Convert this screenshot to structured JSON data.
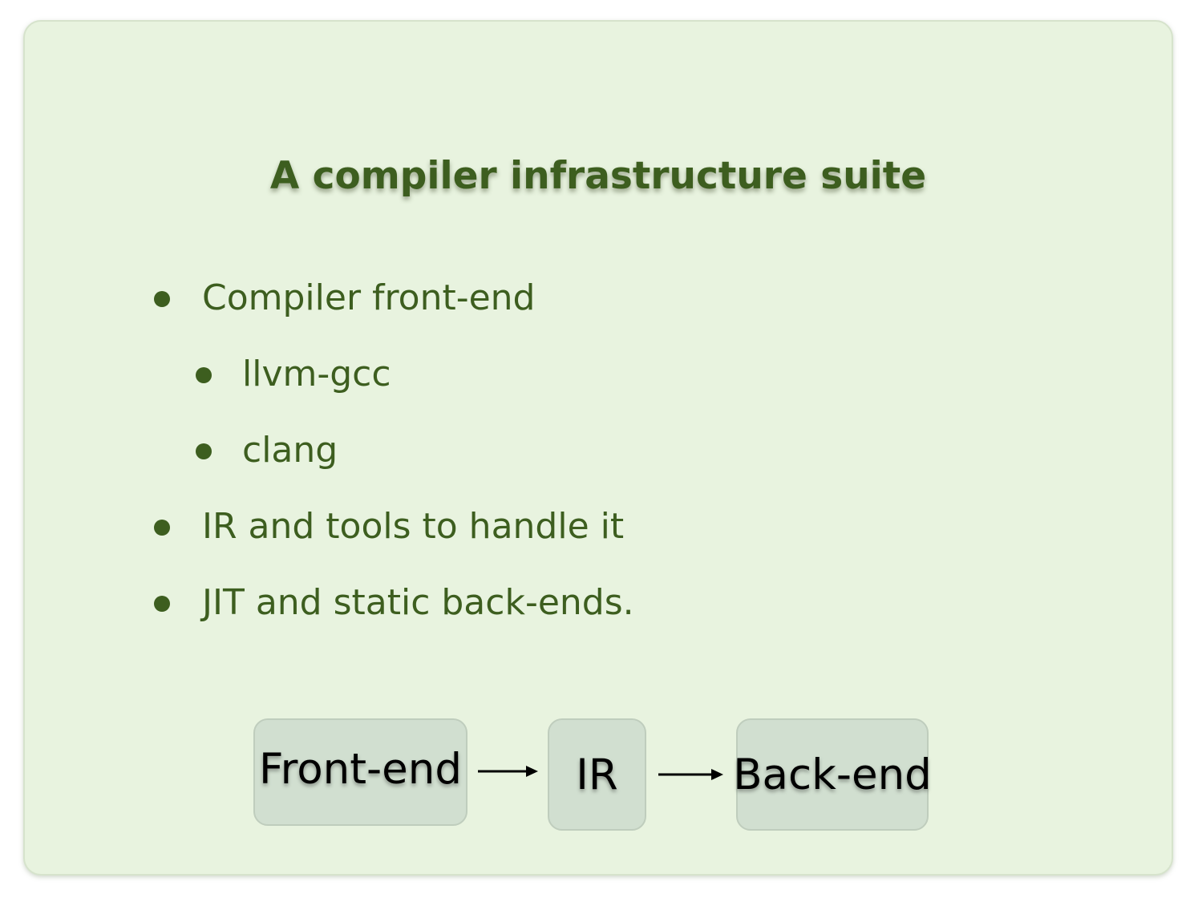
{
  "slide": {
    "title": "A compiler infrastructure suite",
    "bullets": [
      {
        "text": "Compiler front-end",
        "level": 1
      },
      {
        "text": "llvm-gcc",
        "level": 2
      },
      {
        "text": "clang",
        "level": 2
      },
      {
        "text": "IR and tools to handle it",
        "level": 1
      },
      {
        "text": "JIT and static back-ends.",
        "level": 1
      }
    ],
    "diagram": {
      "nodes": [
        "Front-end",
        "IR",
        "Back-end"
      ]
    },
    "colors": {
      "background": "#e8f3df",
      "text": "#3d5e1f",
      "box_fill": "#d1dfd0"
    }
  }
}
